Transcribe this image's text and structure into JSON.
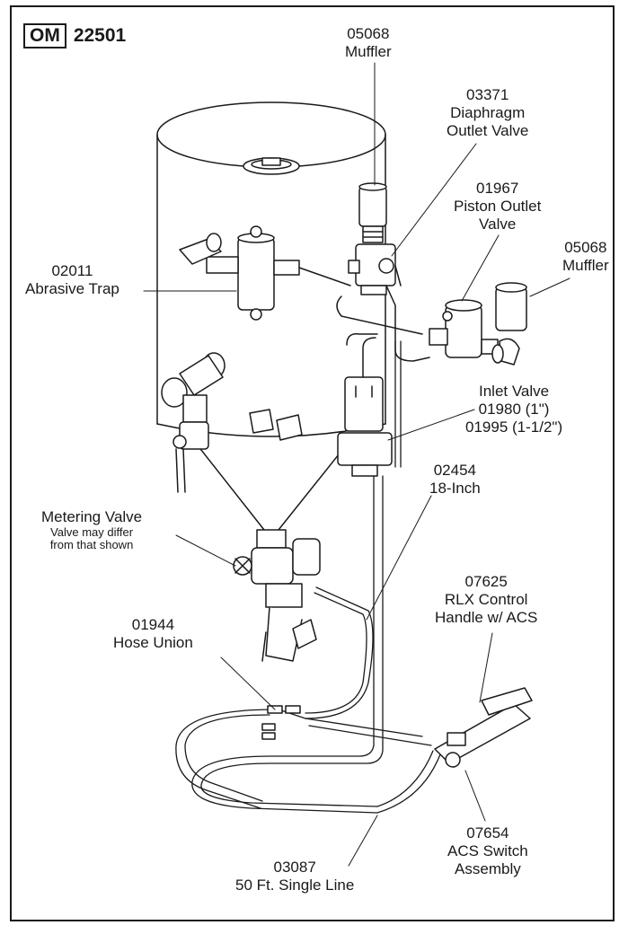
{
  "header": {
    "prefix": "OM",
    "number": "22501"
  },
  "labels": {
    "muffler_top": {
      "part": "05068",
      "name": "Muffler"
    },
    "diaphragm": {
      "part": "03371",
      "line1": "Diaphragm",
      "line2": "Outlet Valve"
    },
    "piston": {
      "part": "01967",
      "line1": "Piston Outlet",
      "line2": "Valve"
    },
    "muffler_right": {
      "part": "05068",
      "name": "Muffler"
    },
    "abrasive_trap": {
      "part": "02011",
      "name": "Abrasive Trap"
    },
    "inlet_valve": {
      "name": "Inlet Valve",
      "line1": "01980 (1\")",
      "line2": "01995 (1-1/2\")"
    },
    "hose_18": {
      "part": "02454",
      "name": "18-Inch"
    },
    "metering": {
      "name": "Metering Valve",
      "note1": "Valve may differ",
      "note2": "from that shown"
    },
    "control_handle": {
      "part": "07625",
      "line1": "RLX Control",
      "line2": "Handle w/ ACS"
    },
    "hose_union": {
      "part": "01944",
      "name": "Hose Union"
    },
    "acs_switch": {
      "part": "07654",
      "line1": "ACS Switch",
      "line2": "Assembly"
    },
    "single_line": {
      "part": "03087",
      "name": "50 Ft. Single Line"
    }
  }
}
